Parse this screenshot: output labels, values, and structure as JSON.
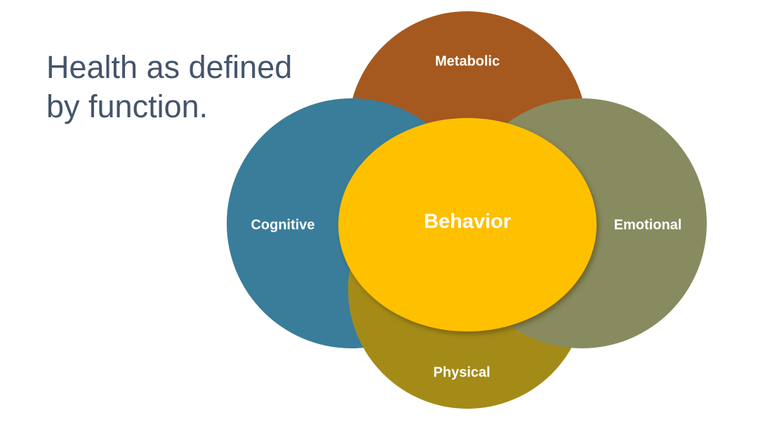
{
  "title": {
    "line1": "Health as defined",
    "line2": "by function.",
    "color": "#44546A"
  },
  "diagram": {
    "type": "venn-overlap",
    "circles": {
      "metabolic": {
        "label": "Metabolic",
        "color": "#A5591F",
        "position": "top"
      },
      "cognitive": {
        "label": "Cognitive",
        "color": "#397D9A",
        "position": "left"
      },
      "physical": {
        "label": "Physical",
        "color": "#A48B18",
        "position": "bottom"
      },
      "emotional": {
        "label": "Emotional",
        "color": "#888B60",
        "position": "right"
      },
      "behavior": {
        "label": "Behavior",
        "color": "#FFC000",
        "position": "center"
      }
    },
    "label_text_color": "#FFFFFF",
    "background_color": "#FFFFFF"
  }
}
